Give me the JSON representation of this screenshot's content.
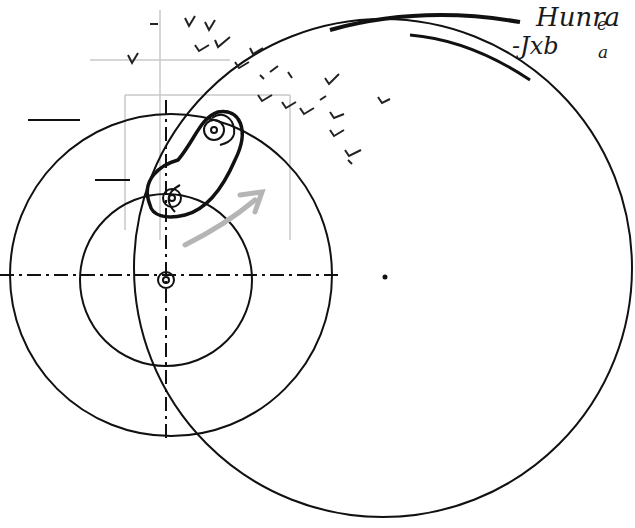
{
  "diagram": {
    "labels": [
      "Hunra",
      "-Jxb",
      "e",
      "a"
    ]
  }
}
